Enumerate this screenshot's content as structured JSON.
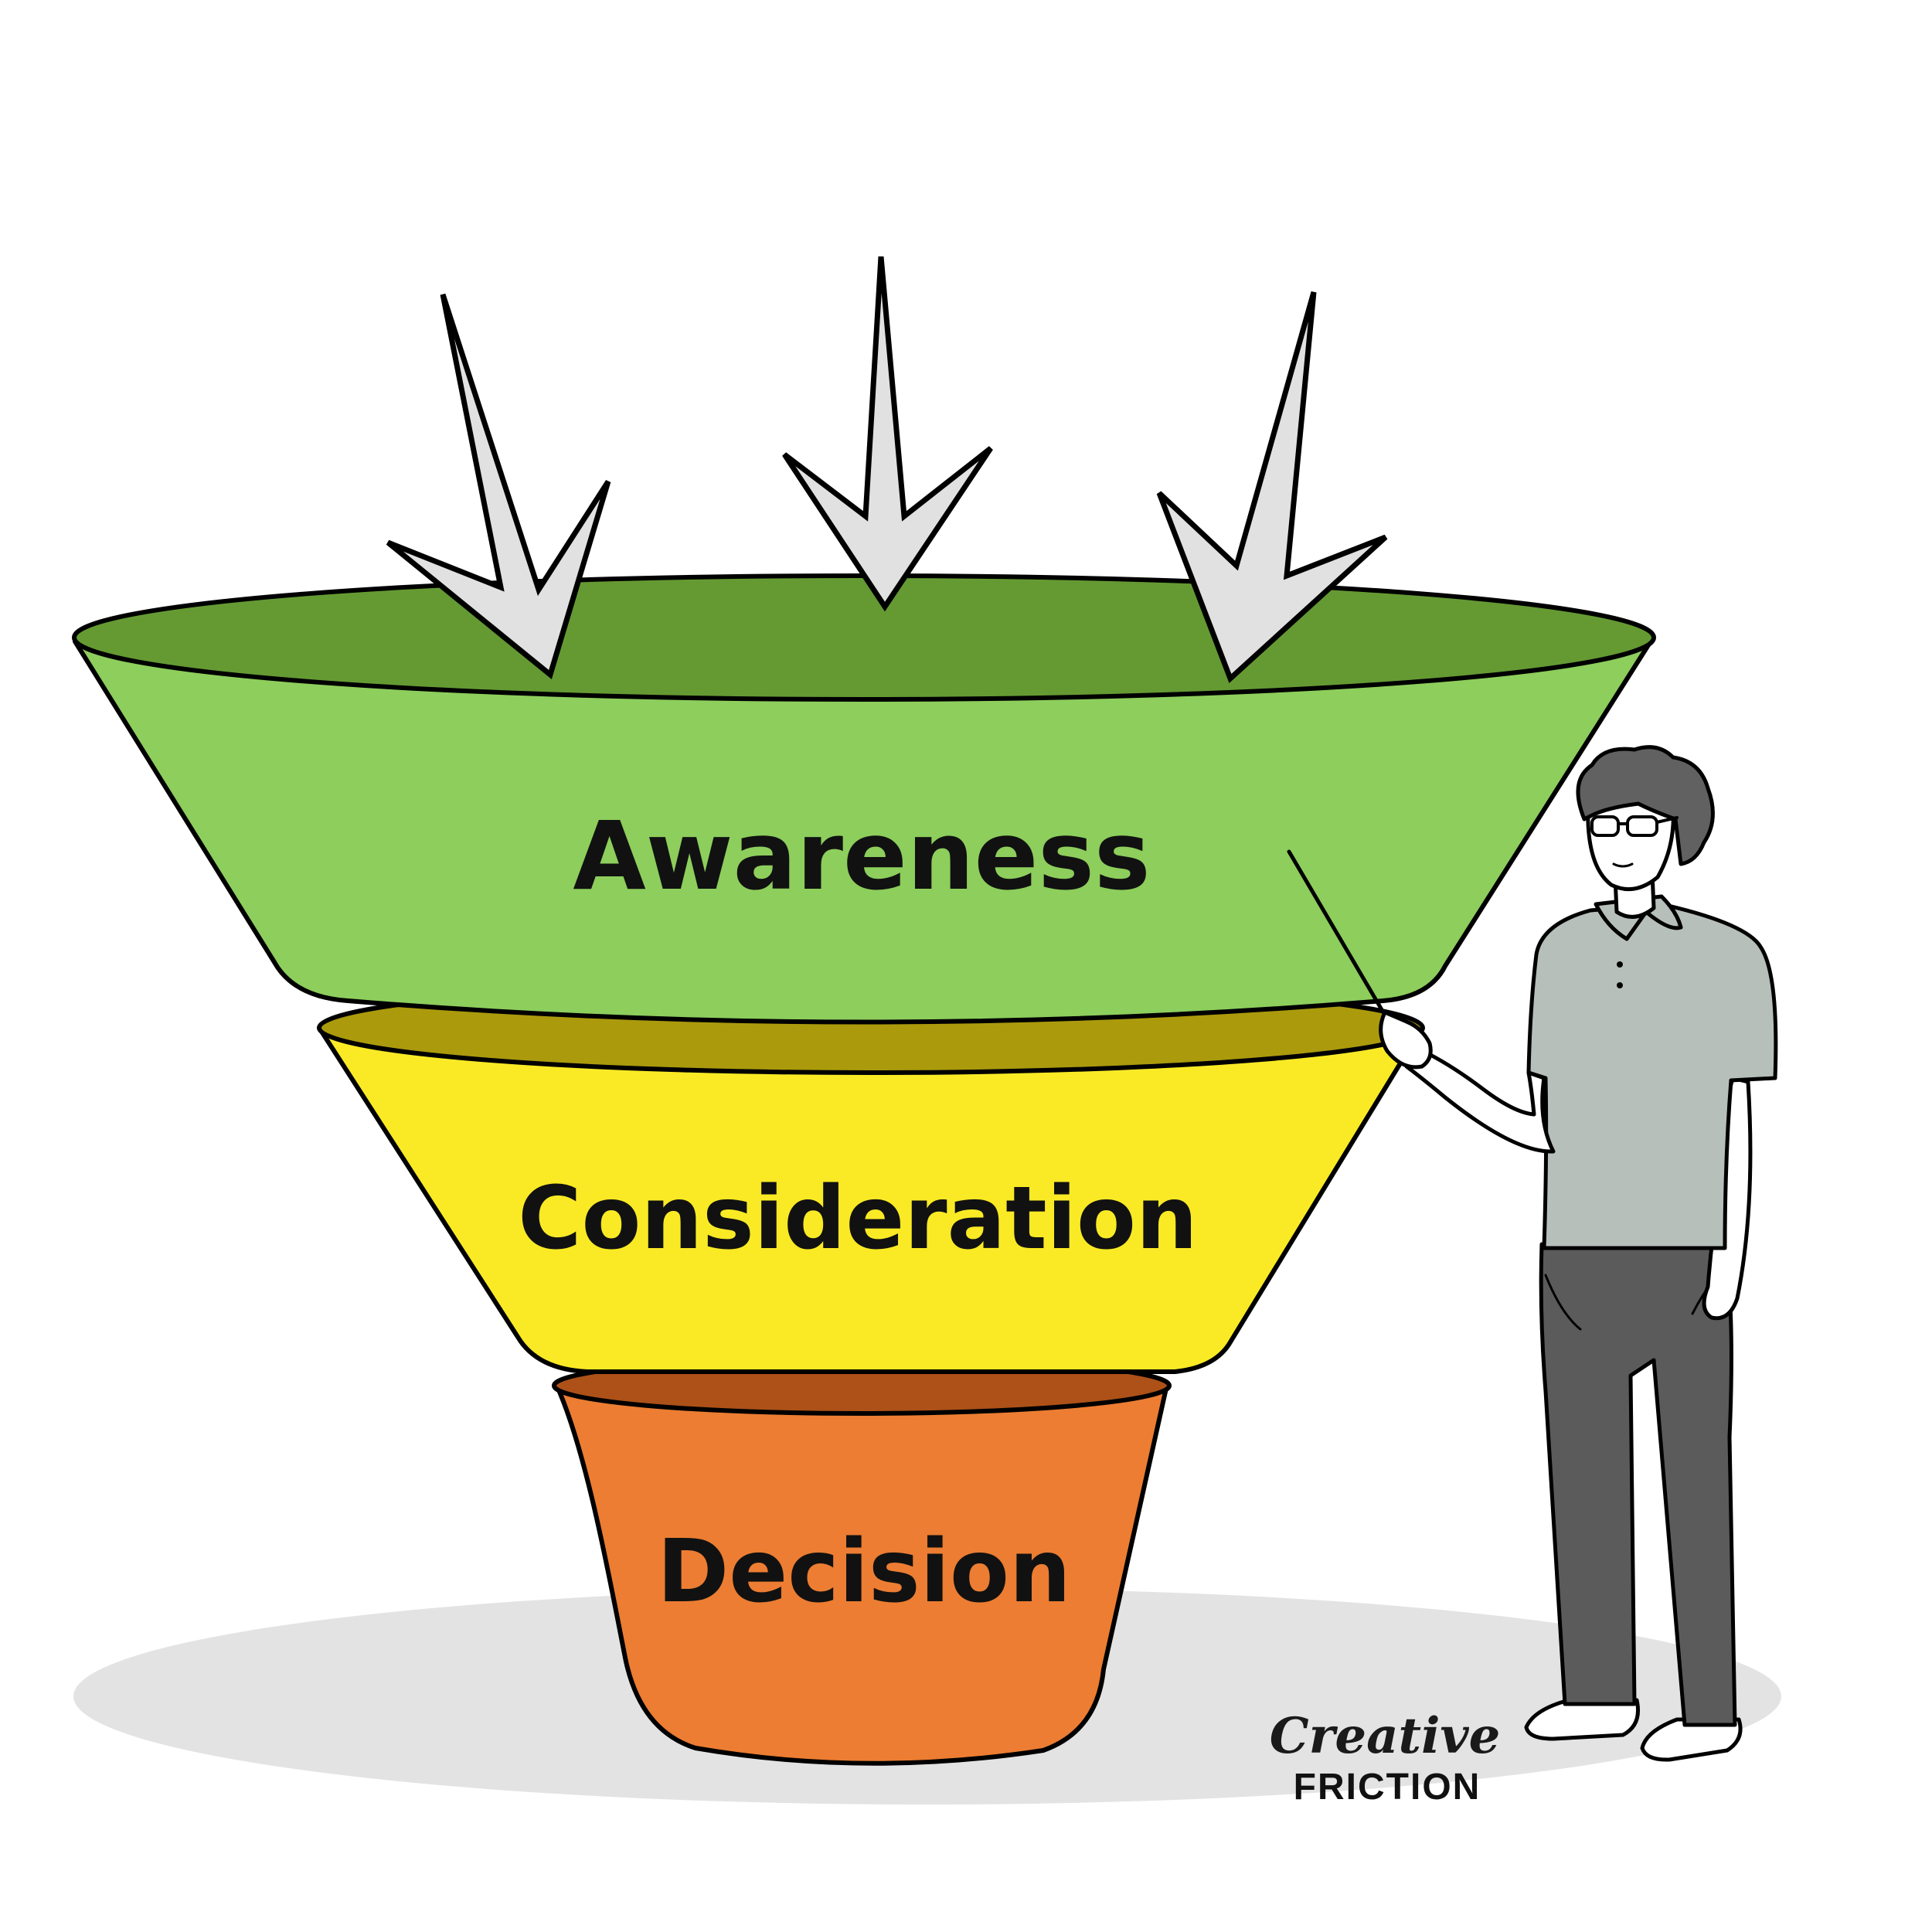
{
  "funnel": {
    "stages": [
      {
        "label": "Awareness",
        "color": "#8dce5c",
        "rim_color": "#659a33"
      },
      {
        "label": "Consideration",
        "color": "#f9ea25",
        "rim_color": "#ab9a0c"
      },
      {
        "label": "Decision",
        "color": "#ec7d32",
        "rim_color": "#ad5118"
      }
    ],
    "arrows": {
      "count": 3,
      "color": "#e1e1e1"
    }
  },
  "person": {
    "shirt_color": "#b7bfbb",
    "trousers_color": "#5b5b5b",
    "hair_color": "#616161"
  },
  "ground_shadow_color": "#e3e3e3",
  "logo": {
    "script": "Creative",
    "bold": "FRICTION"
  }
}
